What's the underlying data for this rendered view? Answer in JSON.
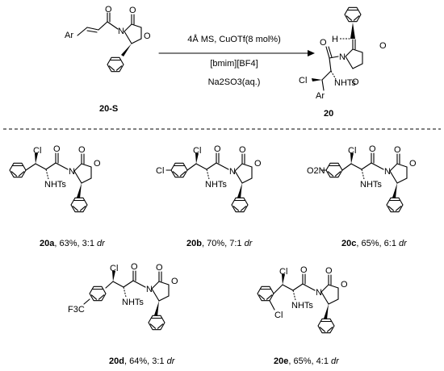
{
  "reaction": {
    "reactant_label": "20-S",
    "product_label": "20",
    "conditions": [
      "4Å MS, CuOTf(8 mol%)",
      "[bmim][BF4]",
      "Na2SO3(aq.)"
    ],
    "atoms": {
      "ar": "Ar",
      "o": "O",
      "n": "N",
      "h": "H",
      "cl": "Cl",
      "nhts": "NHTs"
    }
  },
  "compounds": [
    {
      "id": "20a",
      "yield": "63%",
      "ratio": "3:1",
      "dr": "dr",
      "substituent": ""
    },
    {
      "id": "20b",
      "yield": "70%",
      "ratio": "7:1",
      "dr": "dr",
      "substituent": "Cl"
    },
    {
      "id": "20c",
      "yield": "65%",
      "ratio": "6:1",
      "dr": "dr",
      "substituent": "O2N"
    },
    {
      "id": "20d",
      "yield": "64%",
      "ratio": "3:1",
      "dr": "dr",
      "substituent": "F3C"
    },
    {
      "id": "20e",
      "yield": "65%",
      "ratio": "4:1",
      "dr": "dr",
      "substituent": "Cl"
    }
  ]
}
